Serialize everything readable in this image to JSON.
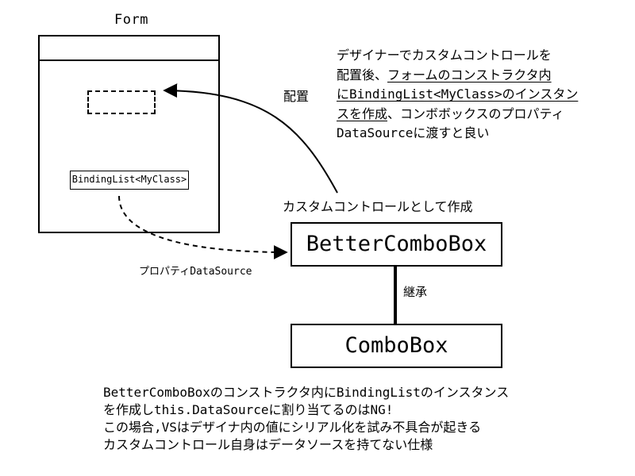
{
  "form": {
    "title": "Form",
    "binding_list_label": "BindingList<MyClass>"
  },
  "placement_label": "配置",
  "note": {
    "line1": "デザイナーでカスタムコントロールを",
    "line2_plain": "配置後、",
    "line2_underlined": "フォームのコンストラクタ内",
    "line3": "にBindingList<MyClass>のインスタン",
    "line4_underlined": "スを作成",
    "line4_plain": "、コンボボックスのプロパティ",
    "line5": "DataSourceに渡すと良い"
  },
  "custom_control_label": "カスタムコントロールとして作成",
  "better_combobox_label": "BetterComboBox",
  "inherit_label": "継承",
  "combobox_label": "ComboBox",
  "datasource_label": "プロパティDataSource",
  "warning": {
    "line1": "BetterComboBoxのコンストラクタ内にBindingListのインスタンス",
    "line2": "を作成しthis.DataSourceに割り当てるのはNG!",
    "line3": "この場合,VSはデザイナ内の値にシリアル化を試み不具合が起きる",
    "line4": "カスタムコントロール自身はデータソースを持てない仕様"
  }
}
